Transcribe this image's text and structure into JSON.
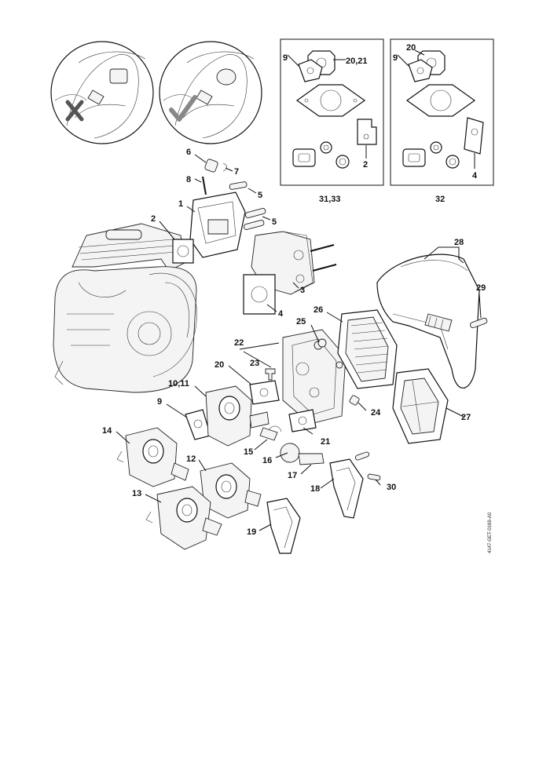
{
  "diagram": {
    "document_code": "4147-GET-0169-A0",
    "labels": {
      "p1": "1",
      "p2": "2",
      "p3": "3",
      "p4": "4",
      "p5a": "5",
      "p5b": "5",
      "p6": "6",
      "p7": "7",
      "p8": "8",
      "p9": "9",
      "p10_11": "10,11",
      "p12": "12",
      "p13": "13",
      "p14": "14",
      "p15": "15",
      "p16": "16",
      "p17": "17",
      "p18": "18",
      "p19": "19",
      "p20": "20",
      "p21": "21",
      "p22": "22",
      "p23": "23",
      "p24": "24",
      "p25": "25",
      "p26": "26",
      "p27": "27",
      "p28": "28",
      "p29": "29",
      "p30": "30"
    },
    "kit_a": {
      "l9": "9",
      "l20_21": "20,21",
      "l2": "2",
      "footer": "31,33"
    },
    "kit_b": {
      "l20": "20",
      "l9": "9",
      "l4": "4",
      "footer": "32"
    },
    "indicators": {
      "wrong": "cross-mark-icon",
      "correct": "check-mark-icon"
    }
  }
}
